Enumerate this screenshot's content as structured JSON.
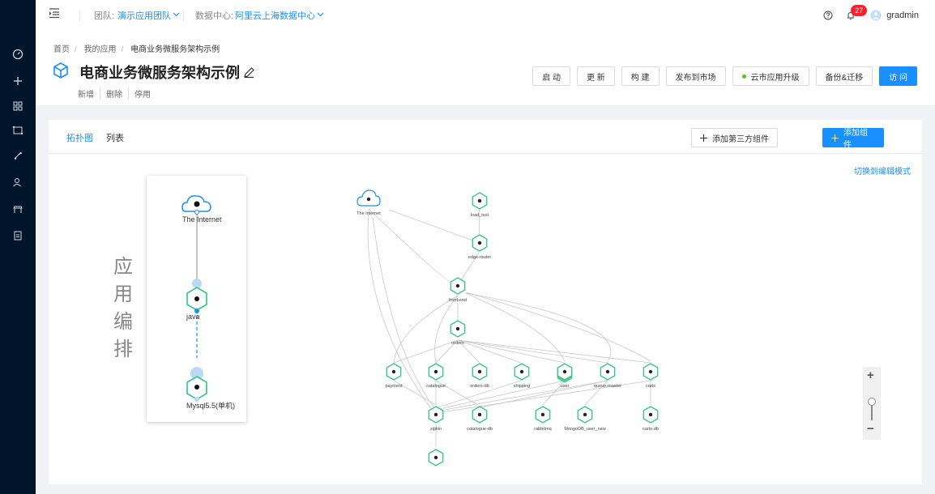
{
  "topbar": {
    "team_label": "团队:",
    "team_value": "演示应用团队",
    "datacenter_label": "数据中心:",
    "datacenter_value": "阿里云上海数据中心",
    "notification_count": "27",
    "username": "gradmin"
  },
  "breadcrumb": [
    "首页",
    "我的应用",
    "电商业务微服务架构示例"
  ],
  "app": {
    "title": "电商业务微服务架构示例",
    "actions": [
      "新增",
      "删除",
      "停用"
    ]
  },
  "buttons": {
    "start": "启 动",
    "update": "更 新",
    "build": "构 建",
    "publish": "发布到市场",
    "upgrade": "云市应用升级",
    "backup": "备份&迁移",
    "visit": "访 问"
  },
  "panel": {
    "tabs": [
      "拓扑图",
      "列表"
    ],
    "add_third_party": "添加第三方组件",
    "add_component": "添加组件",
    "switch_edit": "切换到编辑模式",
    "vertical_label": [
      "应",
      "用",
      "编",
      "排"
    ]
  },
  "legend": {
    "internet": "The Internet",
    "java": "java",
    "mysql": "Mysql5.5(单机)"
  },
  "nodes": {
    "internet": "The Internet",
    "load_test": "load_test",
    "edge_router": "edge-router",
    "front_end": "front-end",
    "orders": "orders",
    "payment": "payment",
    "catalogue": "catalogue",
    "orders_db": "orders-db",
    "shipping": "shipping",
    "user": "user",
    "queue_master": "queue-master",
    "carts": "carts",
    "zipkin": "zipkin",
    "catalogue_db": "catalogue-db",
    "rabbitmq": "rabbitmq",
    "user_db": "MongoDB_user_new",
    "carts_db": "carts-db"
  },
  "zoom": {
    "plus": "+",
    "minus": "−"
  },
  "colors": {
    "primary": "#1890ff",
    "node": "#2fc87e",
    "sidebar": "#001529"
  }
}
